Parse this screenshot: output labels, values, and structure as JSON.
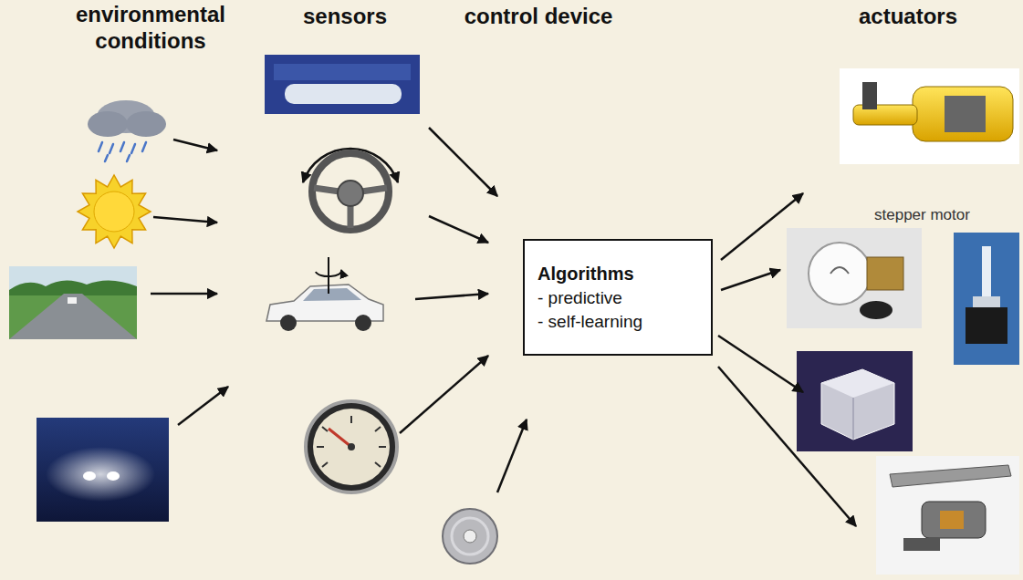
{
  "diagram": {
    "nodes": [
      {
        "text": [
          "Algorithms",
          "- predictive",
          "- self-learning"
        ]
      }
    ],
    "labels": [
      "environmental conditions",
      "sensors",
      "control device",
      "actuators",
      "stepper motor"
    ]
  }
}
